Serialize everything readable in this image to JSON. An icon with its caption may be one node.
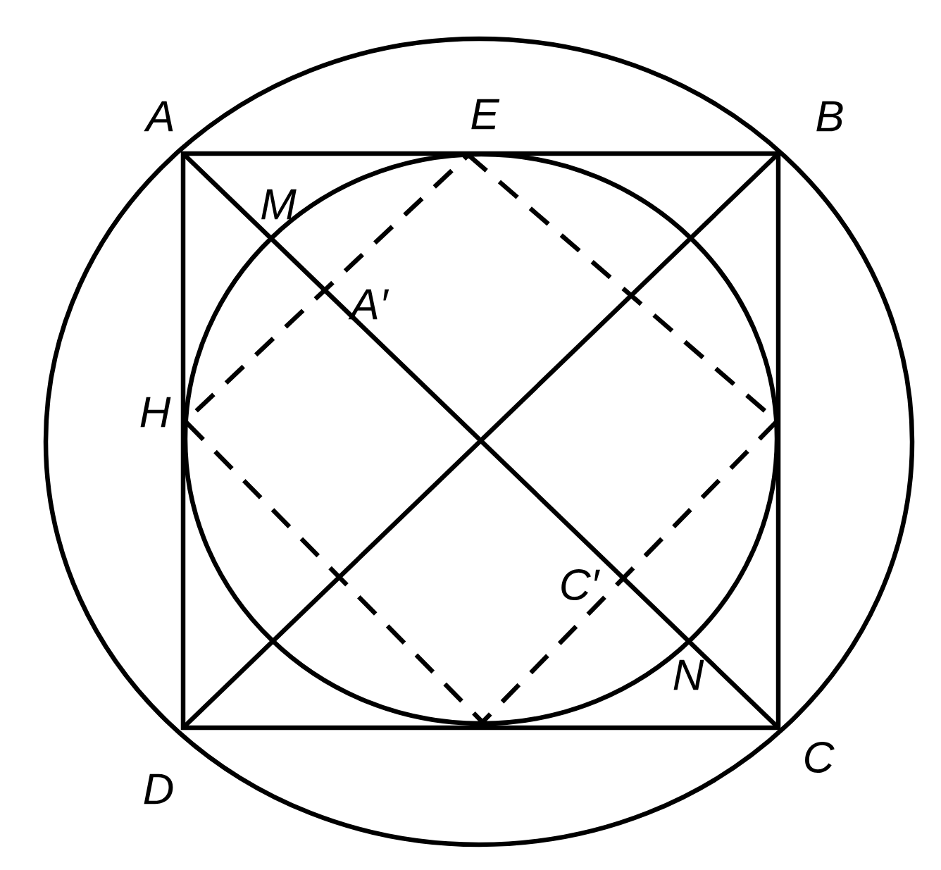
{
  "diagram": {
    "labels": [
      "A",
      "E",
      "B",
      "M",
      "A′",
      "H",
      "C′",
      "N",
      "C",
      "D"
    ]
  }
}
